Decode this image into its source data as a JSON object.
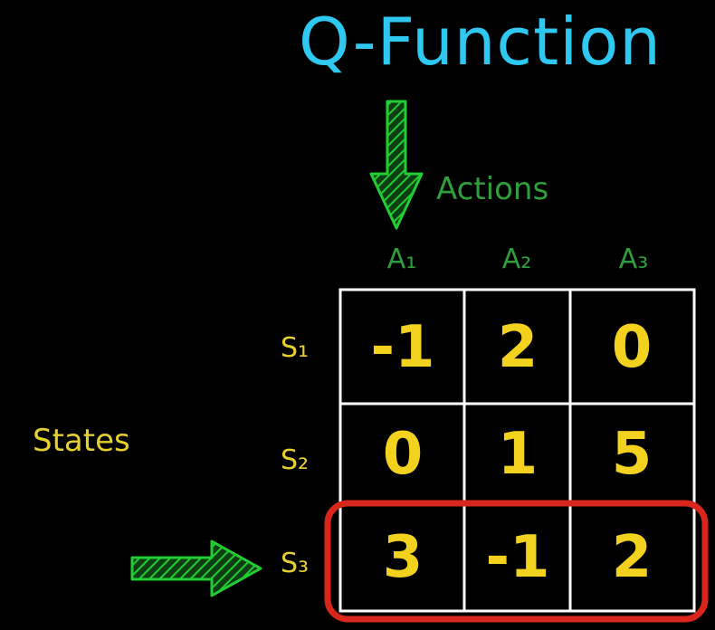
{
  "title": "Q-Function",
  "actions_label": "Actions",
  "states_label": "States",
  "columns": [
    "A₁",
    "A₂",
    "A₃"
  ],
  "rows": [
    {
      "label": "S₁",
      "values": [
        "-1",
        "2",
        "0"
      ]
    },
    {
      "label": "S₂",
      "values": [
        "0",
        "1",
        "5"
      ]
    },
    {
      "label": "S₃",
      "values": [
        "3",
        "-1",
        "2"
      ]
    }
  ],
  "highlighted_row": 3,
  "colors": {
    "background": "#000000",
    "title": "#2ec8f0",
    "labels_green": "#2f9e3c",
    "labels_yellow": "#e6d02e",
    "values": "#f2d21e",
    "grid": "#ffffff",
    "highlight": "#d9251c",
    "arrow": "#22cc33"
  },
  "icons": {
    "down_arrow": "down-arrow-icon",
    "right_arrow": "right-arrow-icon"
  }
}
